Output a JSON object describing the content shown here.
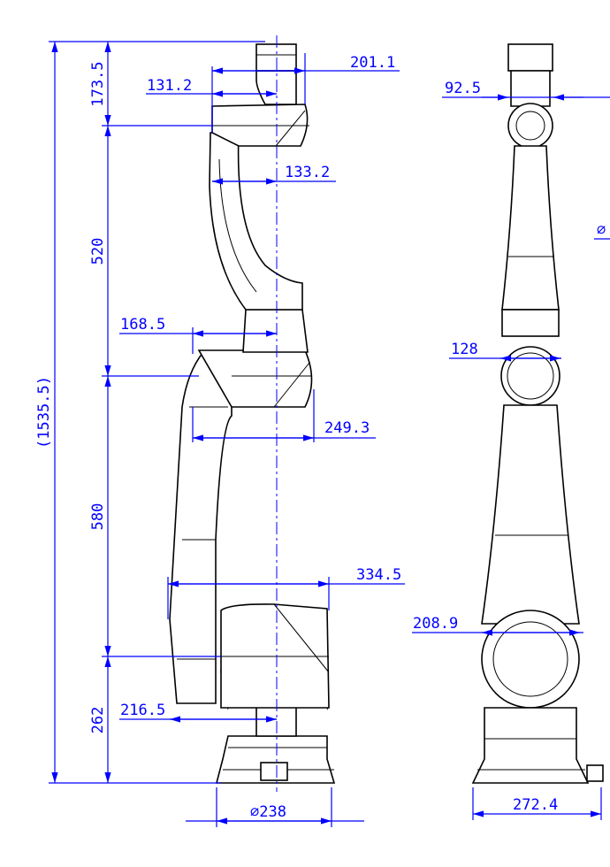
{
  "colors": {
    "dimension": "#0000ff",
    "outline": "#000000"
  },
  "side_view": {
    "overall_height": "(1535.5)",
    "heights": [
      "173.5",
      "520",
      "580",
      "262"
    ],
    "widths": {
      "d201": "201.1",
      "d131": "131.2",
      "d133": "133.2",
      "d168": "168.5",
      "d249": "249.3",
      "d334": "334.5",
      "d216": "216.5",
      "base_dia": "⌀238"
    }
  },
  "front_view": {
    "d92": "92.5",
    "dia": "⌀",
    "d128": "128",
    "d208": "208.9",
    "d272": "272.4"
  }
}
